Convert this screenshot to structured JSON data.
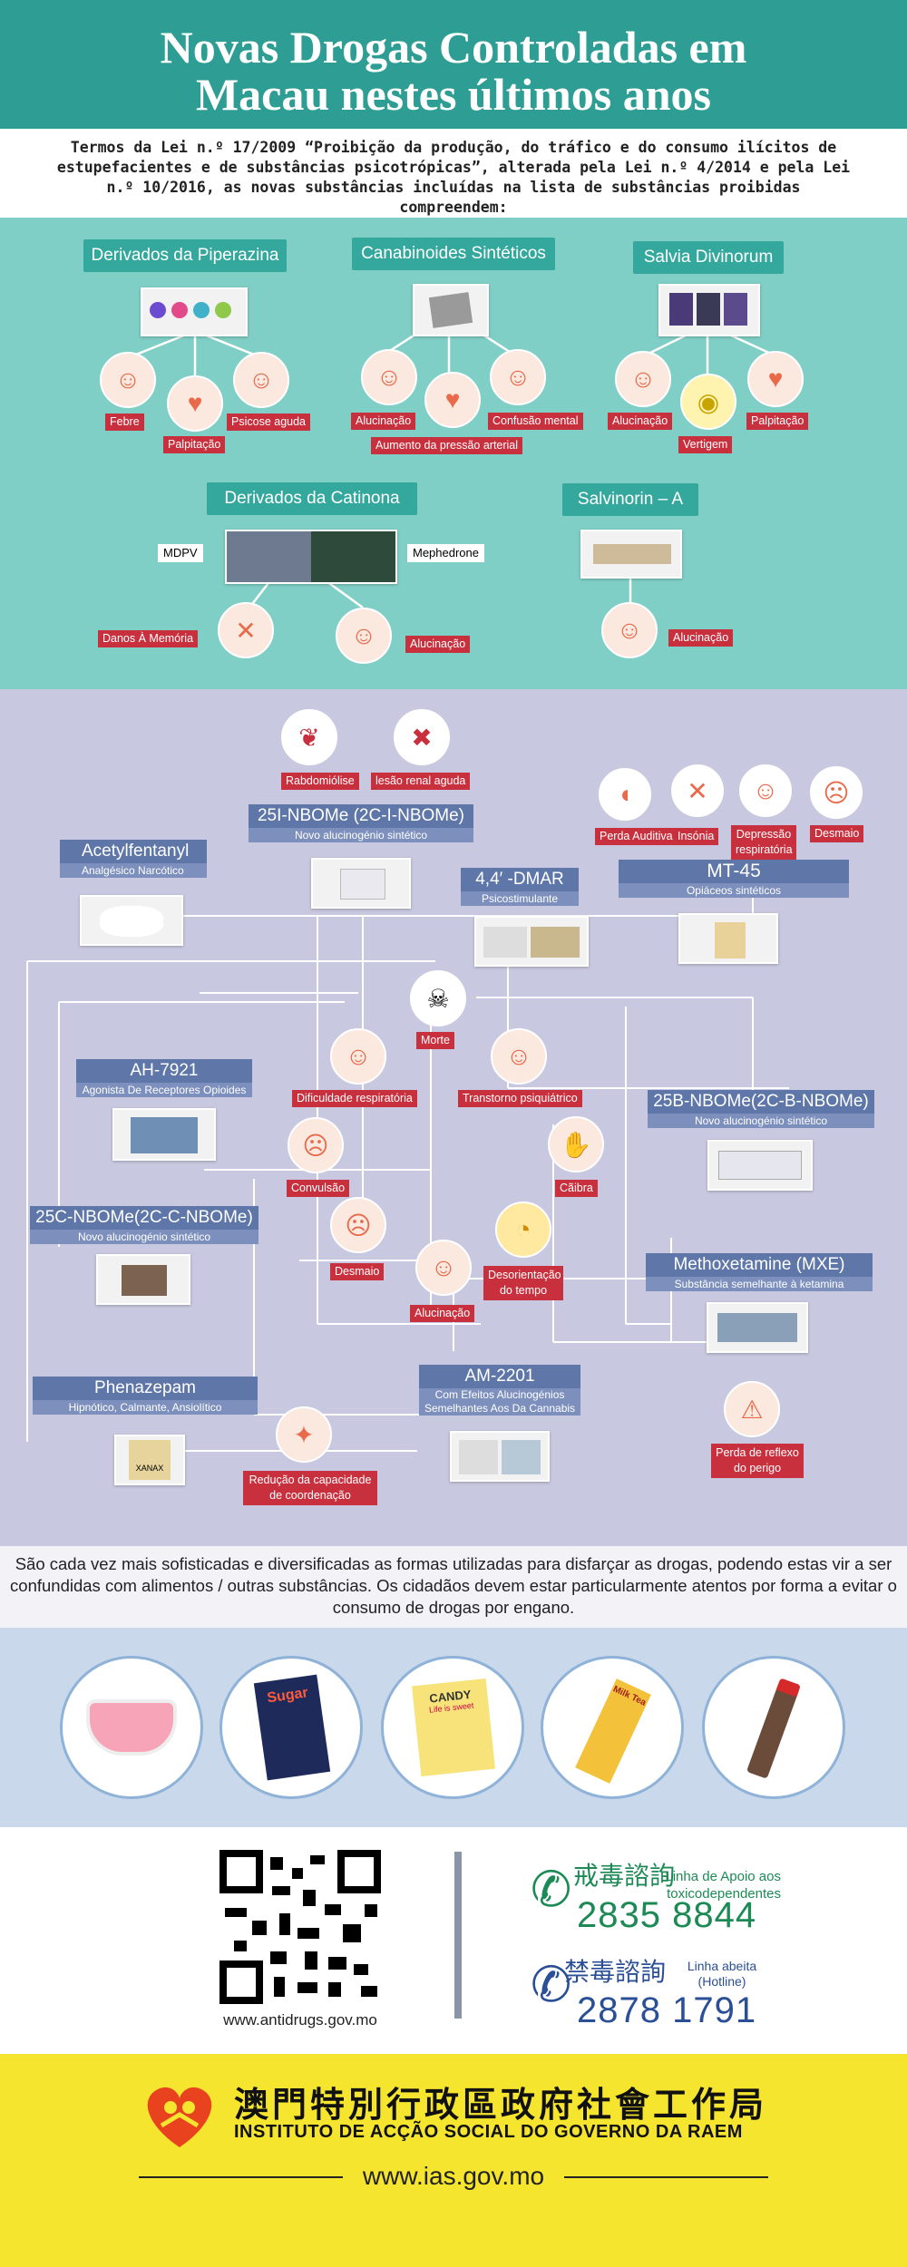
{
  "header": {
    "title_line1": "Novas Drogas Controladas em",
    "title_line2": "Macau nestes últimos anos",
    "intro": "Termos da Lei n.º 17/2009 “Proibição da produção, do tráfico e do consumo ilícitos de estupefacientes e de substâncias psicotrópicas”, alterada pela Lei n.º 4/2014 e pela Lei n.º 10/2016, as novas substâncias incluídas na lista de substâncias proibidas compreendem:"
  },
  "section1": {
    "piperazina": {
      "label": "Derivados da Piperazina",
      "effects": [
        "Febre",
        "Palpitação",
        "Psicose aguda"
      ]
    },
    "canabinoides": {
      "label": "Canabinoides Sintéticos",
      "effects": [
        "Alucinação",
        "Aumento da pressão arterial",
        "Confusão mental"
      ]
    },
    "salvia": {
      "label": "Salvia Divinorum",
      "effects": [
        "Alucinação",
        "Vertigem",
        "Palpitação"
      ]
    },
    "catinona": {
      "label": "Derivados da Catinona",
      "left_name": "MDPV",
      "right_name": "Mephedrone",
      "effects": [
        "Danos À Memória",
        "Alucinação"
      ]
    },
    "salvinorin": {
      "label": "Salvinorin – A",
      "effects": [
        "Alucinação"
      ]
    }
  },
  "section2": {
    "nbome25i": {
      "title": "25I-NBOMe (2C-I-NBOMe)",
      "subtitle": "Novo alucinogénio sintético"
    },
    "top_effects": [
      "Rabdomiólise",
      "lesão renal aguda"
    ],
    "acetylfentanyl": {
      "title": "Acetylfentanyl",
      "subtitle": "Analgésico Narcótico"
    },
    "dmar": {
      "title": "4,4′ -DMAR",
      "subtitle": "Psicostimulante"
    },
    "mt45": {
      "title": "MT-45",
      "subtitle": "Opiáceos sintéticos",
      "effects": [
        "Perda Auditiva",
        "Insónia",
        "Depressão respiratória",
        "Desmaio"
      ]
    },
    "ah7921": {
      "title": "AH-7921",
      "subtitle": "Agonista De Receptores Opioides"
    },
    "nbome25b": {
      "title": "25B-NBOMe(2C-B-NBOMe)",
      "subtitle": "Novo alucinogénio sintético"
    },
    "nbome25c": {
      "title": "25C-NBOMe(2C-C-NBOMe)",
      "subtitle": "Novo alucinogénio sintético"
    },
    "mxe": {
      "title": "Methoxetamine (MXE)",
      "subtitle": "Substância semelhante à ketamina"
    },
    "phenazepam": {
      "title": "Phenazepam",
      "subtitle": "Hipnótico, Calmante, Ansiolítico"
    },
    "am2201": {
      "title": "AM-2201",
      "subtitle": "Com Efeitos Alucinogénios Semelhantes Aos Da Cannabis"
    },
    "effects": {
      "morte": "Morte",
      "dificuldade": "Dificuldade respiratória",
      "transtorno": "Transtorno psiquiátrico",
      "convulsao": "Convulsão",
      "caibra": "Cãibra",
      "desmaio": "Desmaio",
      "desorientacao": "Desorientação do tempo",
      "alucinacao": "Alucinação",
      "reducao": "Redução da capacidade de coordenação",
      "perda_reflexo": "Perda de reflexo do perigo"
    },
    "xanax_label": "XANAX"
  },
  "message": "São cada vez mais sofisticadas e diversificadas as formas utilizadas para disfarçar as drogas, podendo estas vir a ser confundidas com alimentos / outras substâncias. Os cidadãos devem estar particularmente atentos por forma a evitar o consumo de drogas por engano.",
  "foods": {
    "sugar": "Sugar",
    "candy_line1": "CANDY",
    "candy_line2": "Life is sweet",
    "milktea": "Milk Tea"
  },
  "contact": {
    "website": "www.antidrugs.gov.mo",
    "line1_cn": "戒毒諮詢",
    "line1_pt": "Linha de Apoio aos toxicodependentes",
    "line1_number": "2835 8844",
    "line2_cn": "禁毒諮詢",
    "line2_pt": "Linha abeita (Hotline)",
    "line2_number": "2878 1791"
  },
  "footer": {
    "org_cn": "澳門特別行政區政府社會工作局",
    "org_pt": "INSTITUTO DE ACÇÃO SOCIAL DO GOVERNO DA RAEM",
    "website": "www.ias.gov.mo"
  },
  "colors": {
    "teal": "#2e9e94",
    "red_tag": "#c8303e",
    "blue_label": "#5e76a8",
    "phone_green": "#1d8a55",
    "phone_blue": "#2a4f96",
    "footer_yellow": "#f5e52e"
  }
}
